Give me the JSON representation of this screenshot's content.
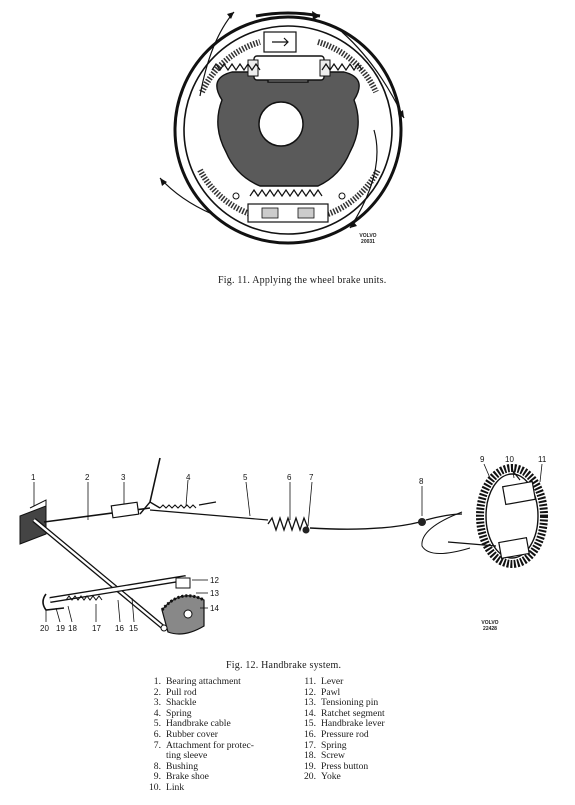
{
  "fig11": {
    "caption": "Fig. 11. Applying the wheel brake units.",
    "stamp_brand": "VOLVO",
    "stamp_code": "20031"
  },
  "fig12": {
    "caption": "Fig. 12. Handbrake system.",
    "stamp_brand": "VOLVO",
    "stamp_code": "22428",
    "callouts": [
      "1",
      "2",
      "3",
      "4",
      "5",
      "6",
      "7",
      "8",
      "9",
      "10",
      "11",
      "12",
      "13",
      "14",
      "15",
      "16",
      "17",
      "18",
      "19",
      "20"
    ]
  },
  "legend": {
    "left": [
      {
        "num": "1.",
        "text": "Bearing attachment"
      },
      {
        "num": "2.",
        "text": "Pull rod"
      },
      {
        "num": "3.",
        "text": "Shackle"
      },
      {
        "num": "4.",
        "text": "Spring"
      },
      {
        "num": "5.",
        "text": "Handbrake cable"
      },
      {
        "num": "6.",
        "text": "Rubber cover"
      },
      {
        "num": "7.",
        "text": "Attachment for protec-"
      },
      {
        "num": "",
        "text": "ting sleeve"
      },
      {
        "num": "8.",
        "text": "Bushing"
      },
      {
        "num": "9.",
        "text": "Brake shoe"
      },
      {
        "num": "10.",
        "text": "Link"
      }
    ],
    "right": [
      {
        "num": "11.",
        "text": "Lever"
      },
      {
        "num": "12.",
        "text": "Pawl"
      },
      {
        "num": "13.",
        "text": "Tensioning pin"
      },
      {
        "num": "14.",
        "text": "Ratchet segment"
      },
      {
        "num": "15.",
        "text": "Handbrake lever"
      },
      {
        "num": "16.",
        "text": "Pressure rod"
      },
      {
        "num": "17.",
        "text": "Spring"
      },
      {
        "num": "18.",
        "text": "Screw"
      },
      {
        "num": "19.",
        "text": "Press button"
      },
      {
        "num": "20.",
        "text": "Yoke"
      }
    ]
  }
}
